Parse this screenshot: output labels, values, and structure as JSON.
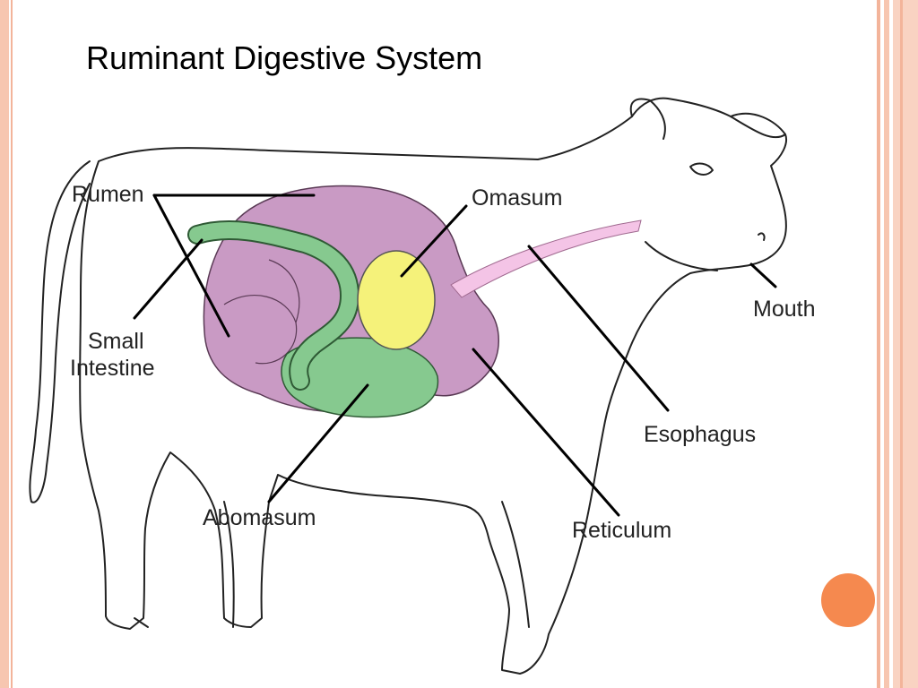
{
  "slide": {
    "title": "Ruminant Digestive System"
  },
  "labels": {
    "rumen": "Rumen",
    "small_intestine_line1": "Small",
    "small_intestine_line2": "Intestine",
    "omasum": "Omasum",
    "mouth": "Mouth",
    "esophagus": "Esophagus",
    "abomasum": "Abomasum",
    "reticulum": "Reticulum"
  },
  "colors": {
    "frame_accent": "#f7c6b0",
    "bullet_orange": "#f5894f",
    "rumen_purple": "#c99ac4",
    "intestine_green": "#86c98f",
    "omasum_yellow": "#f5f27a",
    "esophagus_pink": "#f4c4e6"
  }
}
